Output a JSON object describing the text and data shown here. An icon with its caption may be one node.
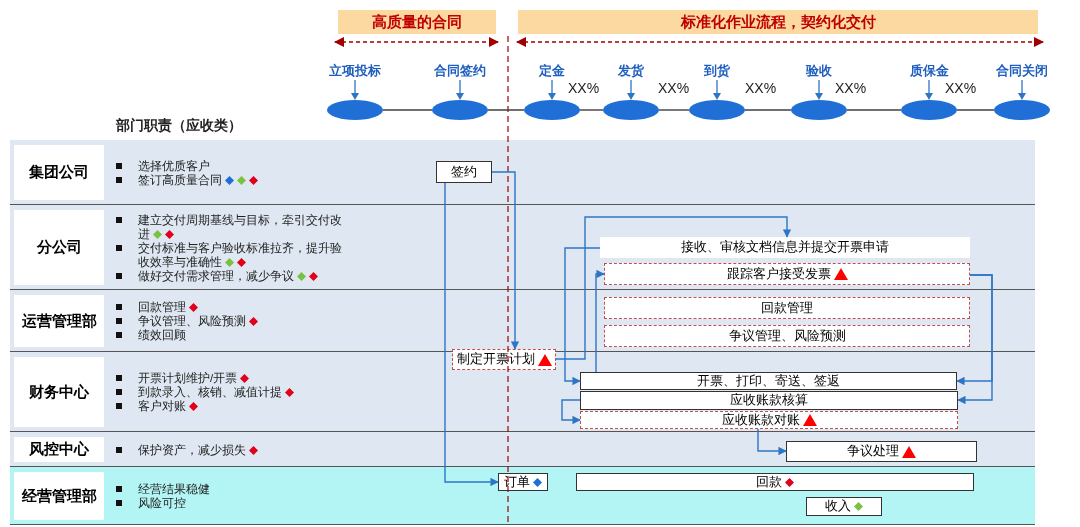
{
  "diagram": {
    "nodes": [
      {
        "text": [
          "高质量的合同"
        ]
      },
      {
        "text": [
          "标准化作业流程，契约化交付"
        ]
      },
      {
        "text": [
          "立项投标"
        ]
      },
      {
        "text": [
          "合同签约"
        ]
      },
      {
        "text": [
          "定金"
        ]
      },
      {
        "text": [
          "发货"
        ]
      },
      {
        "text": [
          "到货"
        ]
      },
      {
        "text": [
          "验收"
        ]
      },
      {
        "text": [
          "质保金"
        ]
      },
      {
        "text": [
          "合同关闭"
        ]
      },
      {
        "text": [
          "集团公司",
          "选择优质客户",
          "签订高质量合同"
        ]
      },
      {
        "text": [
          "分公司",
          "建立交付周期基线与目标，牵引交付改进",
          "交付标准与客户验收标准拉齐，提升验收效率与准确性",
          "做好交付需求管理，减少争议"
        ]
      },
      {
        "text": [
          "运营管理部",
          "回款管理",
          "争议管理、风险预测",
          "绩效回顾"
        ]
      },
      {
        "text": [
          "财务中心",
          "开票计划维护/开票",
          "到款录入、核销、减值计提",
          "客户对账"
        ]
      },
      {
        "text": [
          "风控中心",
          "保护资产，减少损失"
        ]
      },
      {
        "text": [
          "经营管理部",
          "经营结果稳健",
          "风险可控"
        ]
      },
      {
        "text": [
          "签约"
        ],
        "in": 10
      },
      {
        "text": [
          "接收、审核文档信息并提交开票申请"
        ],
        "in": 11
      },
      {
        "text": [
          "跟踪客户接受发票"
        ],
        "in": 11
      },
      {
        "text": [
          "回款管理"
        ],
        "in": 12
      },
      {
        "text": [
          "争议管理、风险预测"
        ],
        "in": 12
      },
      {
        "text": [
          "制定开票计划"
        ],
        "in": 13
      },
      {
        "text": [
          "开票、打印、寄送、签返"
        ],
        "in": 13
      },
      {
        "text": [
          "应收账款核算"
        ],
        "in": 13
      },
      {
        "text": [
          "应收账款对账"
        ],
        "in": 13
      },
      {
        "text": [
          "争议处理"
        ],
        "in": 14
      },
      {
        "text": [
          "订单"
        ],
        "in": 15
      },
      {
        "text": [
          "回款"
        ],
        "in": 15
      },
      {
        "text": [
          "收入"
        ],
        "in": 15
      }
    ],
    "edges": [
      {
        "from": 2,
        "to": 3,
        "arrow": "none",
        "color": "#404040"
      },
      {
        "from": 3,
        "to": 4,
        "arrow": "none",
        "color": "#404040"
      },
      {
        "from": 4,
        "to": 5,
        "arrow": "none",
        "color": "#404040"
      },
      {
        "from": 5,
        "to": 6,
        "arrow": "none",
        "color": "#404040"
      },
      {
        "from": 6,
        "to": 7,
        "arrow": "none",
        "color": "#404040"
      },
      {
        "from": 7,
        "to": 8,
        "arrow": "none",
        "color": "#404040"
      },
      {
        "from": 8,
        "to": 9,
        "arrow": "none",
        "color": "#404040"
      },
      {
        "from": 16,
        "to": 26,
        "arrow": "to"
      },
      {
        "from": 16,
        "to": 21,
        "arrow": "to"
      },
      {
        "from": 21,
        "to": 17,
        "arrow": "to"
      },
      {
        "from": 17,
        "to": 22,
        "arrow": "to"
      },
      {
        "from": 22,
        "to": 18,
        "arrow": "to"
      },
      {
        "from": 18,
        "to": 22,
        "arrow": "to"
      },
      {
        "from": 18,
        "to": 23,
        "arrow": "to"
      },
      {
        "from": 23,
        "to": 24,
        "arrow": "to"
      },
      {
        "from": 24,
        "to": 25,
        "arrow": "to"
      }
    ],
    "labels": [
      "XX%",
      "XX%",
      "XX%",
      "XX%",
      "XX%",
      "部门职责（应收类）"
    ]
  }
}
